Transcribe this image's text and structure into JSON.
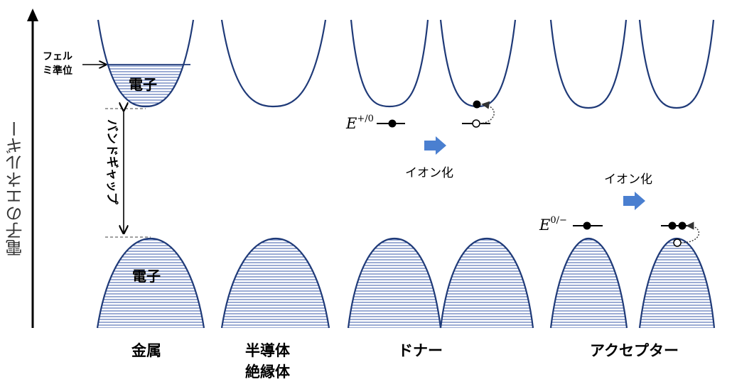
{
  "axis": {
    "label": "電子のエネルギー"
  },
  "metal": {
    "fermi_label_line1": "フェル",
    "fermi_label_line2": "ミ準位",
    "upper_electron": "電子",
    "lower_electron": "電子",
    "column_label": "金属"
  },
  "bandgap": {
    "label": "バンドギャップ"
  },
  "semiconductor": {
    "column_label_line1": "半導体",
    "column_label_line2": "絶縁体"
  },
  "donor": {
    "level_base": "E",
    "level_sup": "+/0",
    "ionize_label": "イオン化",
    "column_label": "ドナー"
  },
  "acceptor": {
    "level_base": "E",
    "level_sup": "0/−",
    "ionize_label": "イオン化",
    "column_label": "アクセプター"
  },
  "colors": {
    "band": "#1f3a78",
    "hatch": "#3a5aa8",
    "arrow": "#4a7fd0"
  }
}
